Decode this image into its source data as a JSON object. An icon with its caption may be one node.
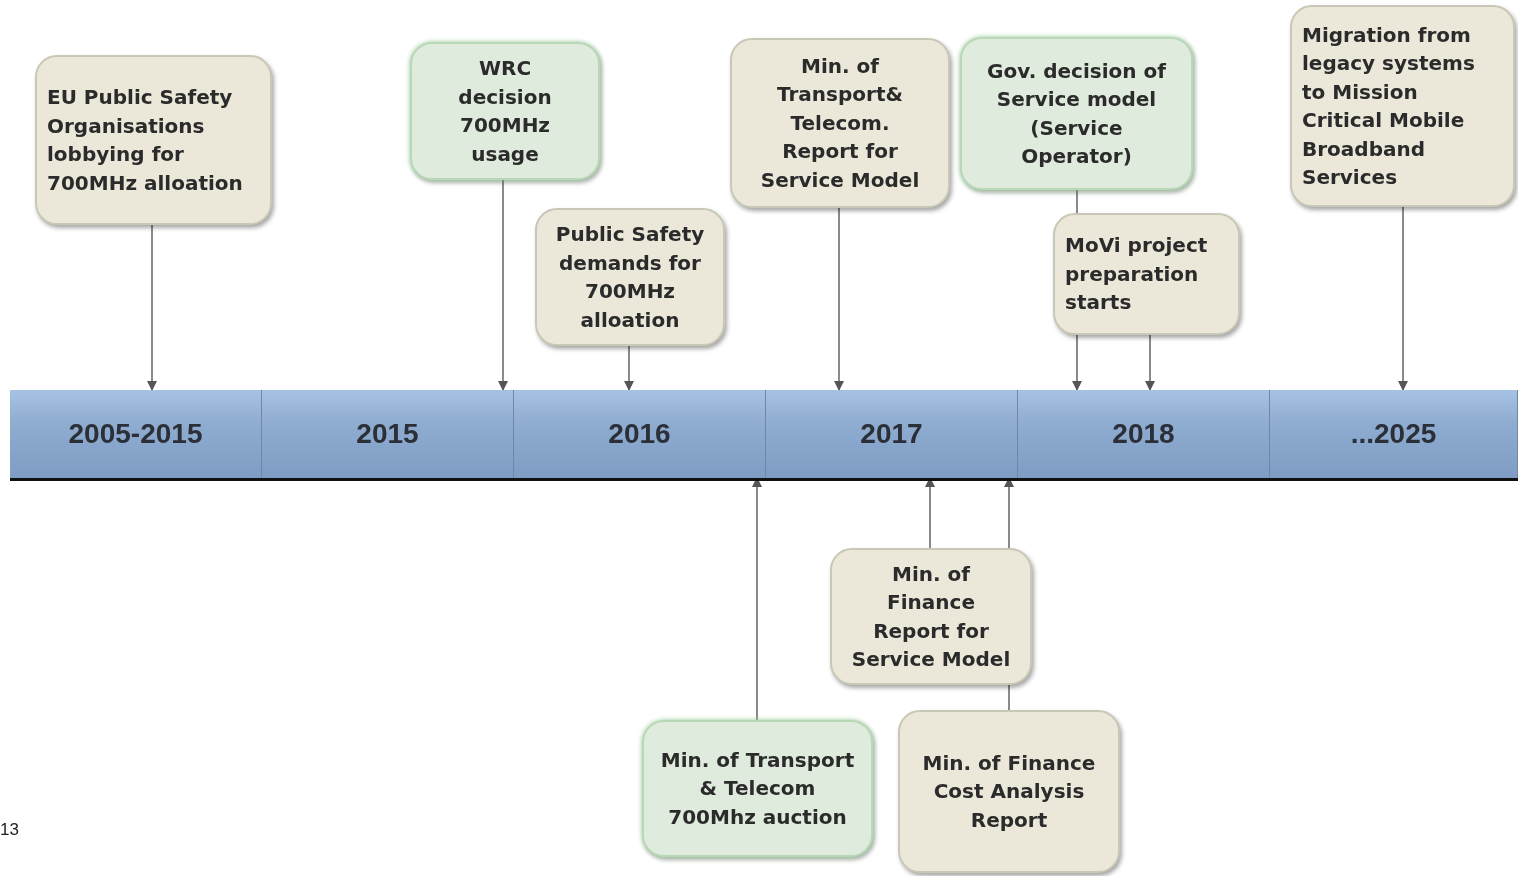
{
  "diagram": {
    "nodes": [
      {
        "text": [
          "EU Public Safety Organisations lobbying for 700MHz alloation"
        ]
      },
      {
        "text": [
          "WRC decision 700MHz usage"
        ]
      },
      {
        "text": [
          "Public Safety demands for 700MHz alloation"
        ]
      },
      {
        "text": [
          "Min. of Transport& Telecom. Report for Service Model"
        ]
      },
      {
        "text": [
          "Gov. decision of Service model (Service Operator)"
        ]
      },
      {
        "text": [
          "MoVi project preparation starts"
        ]
      },
      {
        "text": [
          "Migration from legacy systems to Mission Critical Mobile Broadband Services"
        ]
      },
      {
        "text": [
          "2005-2015"
        ]
      },
      {
        "text": [
          "2015"
        ]
      },
      {
        "text": [
          "2016"
        ]
      },
      {
        "text": [
          "2017"
        ]
      },
      {
        "text": [
          "2018"
        ]
      },
      {
        "text": [
          "...2025"
        ]
      },
      {
        "text": [
          "Min. of Transport & Telecom 700Mhz auction"
        ]
      },
      {
        "text": [
          "Min. of Finance Report for Service Model"
        ]
      },
      {
        "text": [
          "Min. of Finance Cost Analysis Report"
        ]
      }
    ],
    "edges": [
      {
        "from": 0,
        "to": 7,
        "arrow": "to"
      },
      {
        "from": 1,
        "to": 8,
        "arrow": "to"
      },
      {
        "from": 2,
        "to": 9,
        "arrow": "to"
      },
      {
        "from": 3,
        "to": 10,
        "arrow": "to"
      },
      {
        "from": 4,
        "to": 5,
        "arrow": "none"
      },
      {
        "from": 5,
        "to": 11,
        "arrow": "to"
      },
      {
        "from": 5,
        "to": 11,
        "arrow": "to"
      },
      {
        "from": 6,
        "to": 12,
        "arrow": "to"
      },
      {
        "from": 13,
        "to": 9,
        "arrow": "to"
      },
      {
        "from": 14,
        "to": 10,
        "arrow": "to"
      },
      {
        "from": 14,
        "to": 10,
        "arrow": "to"
      },
      {
        "from": 15,
        "to": 14,
        "arrow": "none"
      }
    ],
    "labels": [
      "13"
    ]
  }
}
